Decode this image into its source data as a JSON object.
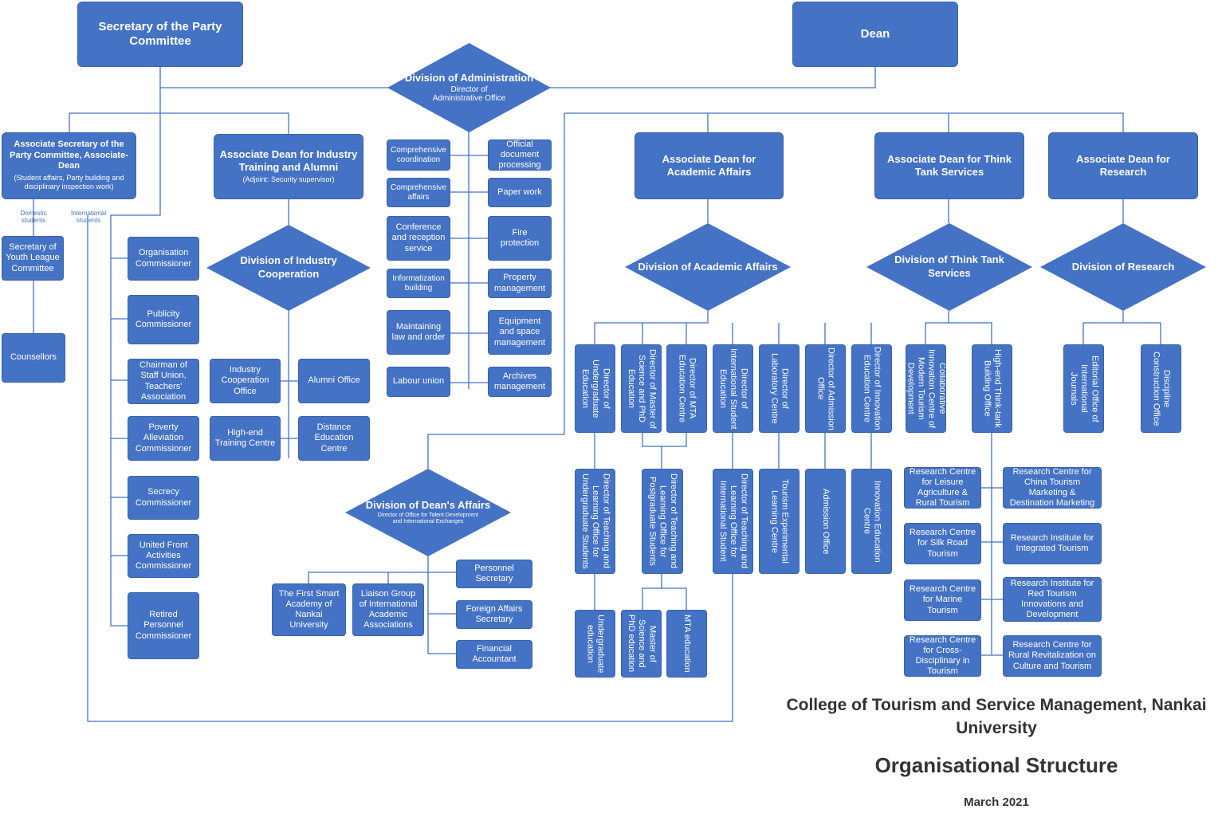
{
  "colors": {
    "box": "#4472c4",
    "line": "#4472c4",
    "text": "#ffffff"
  },
  "top": {
    "secretary": "Secretary of the Party Committee",
    "dean": "Dean"
  },
  "admin": {
    "title": "Division of Administration",
    "subtitle": "Director of Administrative Office",
    "left": [
      "Comprehensive coordination",
      "Comprehensive affairs",
      "Conference and reception service",
      "Informatization building",
      "Maintaining law and order",
      "Labour union"
    ],
    "right": [
      "Official document processing",
      "Paper work",
      "Fire protection",
      "Property management",
      "Equipment and space management",
      "Archives management"
    ]
  },
  "assoc_sec": {
    "title": "Associate Secretary of the Party Committee, Associate-Dean",
    "subtitle": "(Student affairs, Party building and disciplinary inspection work)",
    "label_domestic": "Domestic students",
    "label_international": "International students",
    "youth": "Secretary of Youth League Committee",
    "counsellors": "Counsellors",
    "commissioners": [
      "Organisation Commissioner",
      "Publicity Commissioner",
      "Chairman of Staff Union, Teachers' Association",
      "Poverty Alleviation Commissioner",
      "Secrecy Commissioner",
      "United Front Activities Commissioner",
      "Retired Personnel Commissioner"
    ]
  },
  "industry": {
    "dean": "Associate Dean for Industry Training and Alumni",
    "dean_sub": "(Adjoint: Security supervisor)",
    "division": "Division of Industry Cooperation",
    "offices": [
      "Industry Cooperation Office",
      "Alumni Office",
      "High-end Training Centre",
      "Distance Education Centre"
    ]
  },
  "deans_affairs": {
    "title": "Division of Dean's Affairs",
    "subtitle": "Director of Office for Talent Development and International Exchanges",
    "units": [
      "The First Smart Academy of Nankai University",
      "Liaison Group of International Academic Associations",
      "Personnel Secretary",
      "Foreign Affairs Secretary",
      "Financial Accountant"
    ]
  },
  "academic": {
    "dean": "Associate Dean for Academic Affairs",
    "division": "Division of Academic Affairs",
    "directors": [
      "Director of Undergraduate Education",
      "Director of Master of Science and PhD Education",
      "Director of MTA Education Centre",
      "Director of International Student Education",
      "Director of Laboratory Centre",
      "Director of Admission Office",
      "Director of Innovation Education Centre"
    ],
    "level2": [
      "Director of Teaching and Learning Office for Undergraduate Students",
      "Director of Teaching and Learning Office for Postgraduate Students",
      "Director of Teaching and Learning Office for International Student",
      "Tourism Experimental Learning Centre",
      "Admission Office",
      "Innovation Education Centre"
    ],
    "level3": [
      "Undergraduate education",
      "Master of Science and PhD education",
      "MTA education"
    ]
  },
  "think": {
    "dean": "Associate Dean for Think Tank Services",
    "division": "Division of Think Tank Services",
    "units": [
      "Collaborative Innovation Centre of Modern Tourism Development",
      "High-end Think-tank Building Office"
    ],
    "centres_left": [
      "Research Centre for Leisure Agriculture & Rural Tourism",
      "Research Centre for Silk Road Tourism",
      "Research Centre for Marine Tourism",
      "Research Centre for Cross-Disciplinary in Tourism"
    ],
    "centres_right": [
      "Research Centre for China Tourism Marketing & Destination Marketing",
      "Research Institute for Integrated Tourism",
      "Research Institute for Red Tourism Innovations and Development",
      "Research Centre for Rural Revitalization on Culture and Tourism"
    ]
  },
  "research": {
    "dean": "Associate Dean for Research",
    "division": "Division of Research",
    "units": [
      "Editorial Office of International Journals",
      "Discipline Construction Office"
    ]
  },
  "footer": {
    "college": "College of Tourism and Service Management, Nankai University",
    "title": "Organisational Structure",
    "date": "March 2021"
  }
}
